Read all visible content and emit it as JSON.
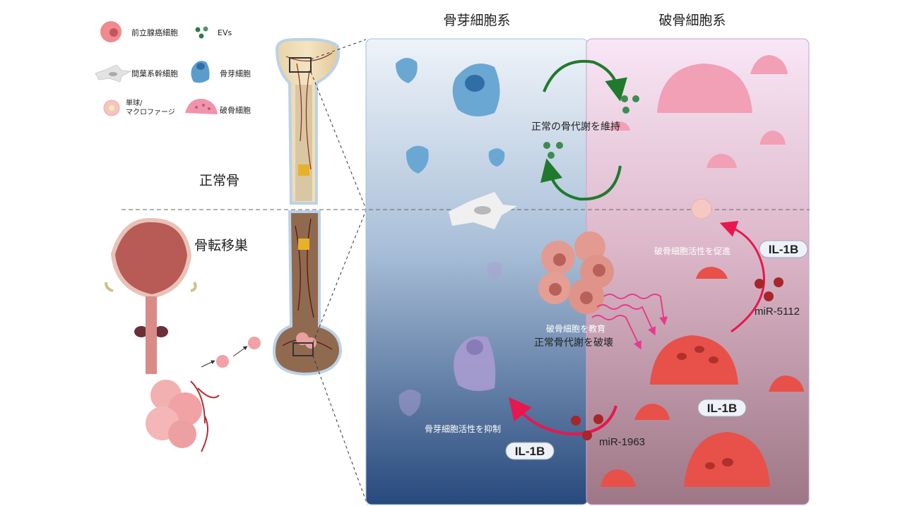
{
  "legend": {
    "items": [
      {
        "label": "前立腺癌細胞",
        "icon": "prostate-cancer-cell-icon"
      },
      {
        "label": "EVs",
        "icon": "evs-icon"
      },
      {
        "label": "間葉系幹細胞",
        "icon": "mesenchymal-stem-cell-icon"
      },
      {
        "label": "骨芽細胞",
        "icon": "osteoblast-icon"
      },
      {
        "label_line1": "単球/",
        "label_line2": "マクロファージ",
        "icon": "monocyte-macrophage-icon"
      },
      {
        "label": "破骨細胞",
        "icon": "osteoclast-icon"
      }
    ]
  },
  "left": {
    "normal_bone": "正常骨",
    "bone_metastasis": "骨転移巣"
  },
  "panels": {
    "osteoblast_title": "骨芽細胞系",
    "osteoclast_title": "破骨細胞系",
    "colors": {
      "blue_top": "#e6eef6",
      "blue_bottom": "#2b5185",
      "pink_top": "#f6e3f3",
      "pink_bottom": "#a47c8c",
      "red_arrow": "#e8174f",
      "green_arrow": "#1f7a2e"
    }
  },
  "normal": {
    "maintain": "正常の骨代謝を維持"
  },
  "metastasis": {
    "promote_osteoclast": "破骨細胞活性を促進",
    "educate_osteoclast": "破骨細胞を教育",
    "destroy_metabolism": "正常骨代謝を破壊",
    "suppress_osteoblast": "骨芽細胞活性を抑制",
    "il1b_top": "IL-1B",
    "il1b_middle": "IL-1B",
    "il1b_bottom": "IL-1B",
    "mir_5112": "miR-5112",
    "mir_1963": "miR-1963"
  }
}
